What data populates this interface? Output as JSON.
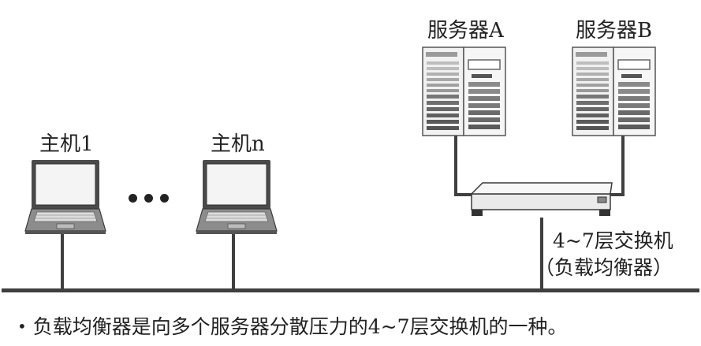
{
  "labels": {
    "server_a": "服务器A",
    "server_b": "服务器B",
    "host_1": "主机1",
    "host_n": "主机n",
    "switch_line1": "4~7层交换机",
    "switch_line2": "（负载均衡器）"
  },
  "caption": {
    "bullet": "•",
    "text": "负载均衡器是向多个服务器分散压力的4~7层交换机的一种。"
  }
}
